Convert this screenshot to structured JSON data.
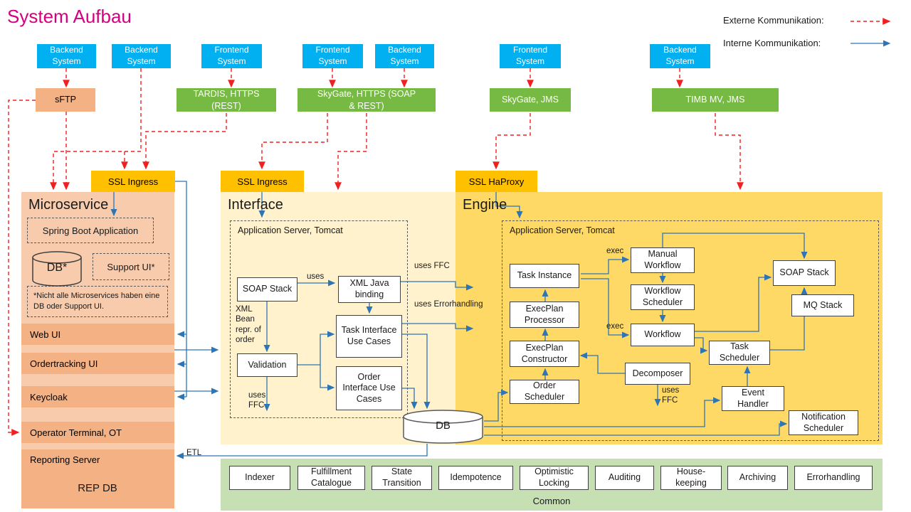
{
  "title": "System Aufbau",
  "legend": {
    "external": "Externe Kommunikation:",
    "internal": "Interne Kommunikation:"
  },
  "top_systems": [
    "Backend System",
    "Backend System",
    "Frontend System",
    "Frontend System",
    "Backend System",
    "Frontend System",
    "Backend System"
  ],
  "gateways": {
    "sftp": "sFTP",
    "tardis": "TARDIS, HTTPS (REST)",
    "skygate_https": "SkyGate, HTTPS (SOAP & REST)",
    "skygate_jms": "SkyGate, JMS",
    "timb": "TIMB MV, JMS"
  },
  "ssl": [
    "SSL Ingress",
    "SSL Ingress",
    "SSL HaProxy"
  ],
  "microservice": {
    "title": "Microservice",
    "spring_boot": "Spring Boot Application",
    "db": "DB*",
    "support_ui": "Support UI*",
    "note": "*Nicht alle Microservices haben eine DB oder Support UI.",
    "web_ui": "Web UI",
    "ordertracking": "Ordertracking UI",
    "keycloak": "Keycloak",
    "operator_terminal": "Operator Terminal, OT",
    "reporting_server": "Reporting Server",
    "rep_db": "REP DB"
  },
  "interface": {
    "title": "Interface",
    "app_server": "Application Server, Tomcat",
    "soap_stack": "SOAP Stack",
    "xml_java_binding": "XML Java binding",
    "validation": "Validation",
    "task_uc": "Task Interface Use Cases",
    "order_uc": "Order Interface Use Cases",
    "label_uses": "uses",
    "label_xml_bean": "XML Bean repr. of order",
    "label_uses_ffc": "uses FFC"
  },
  "bridge": {
    "uses_ffc": "uses FFC",
    "uses_errorhandling": "uses Errorhandling"
  },
  "engine": {
    "title": "Engine",
    "app_server": "Application Server, Tomcat",
    "task_instance": "Task Instance",
    "manual_workflow": "Manual Workflow",
    "workflow_scheduler": "Workflow Scheduler",
    "workflow": "Workflow",
    "soap_stack": "SOAP Stack",
    "mq_stack": "MQ Stack",
    "execplan_processor": "ExecPlan Processor",
    "execplan_constructor": "ExecPlan Constructor",
    "decomposer": "Decomposer",
    "task_scheduler": "Task Scheduler",
    "order_scheduler": "Order Scheduler",
    "event_handler": "Event Handler",
    "notification_scheduler": "Notification Scheduler",
    "label_exec1": "exec",
    "label_exec2": "exec",
    "label_uses_ffc": "uses FFC"
  },
  "db": "DB",
  "etl": "ETL",
  "common": {
    "title": "Common",
    "items": [
      "Indexer",
      "Fulfillment Catalogue",
      "State Transition",
      "Idempotence",
      "Optimistic Locking",
      "Auditing",
      "House-keeping",
      "Archiving",
      "Errorhandling"
    ]
  }
}
